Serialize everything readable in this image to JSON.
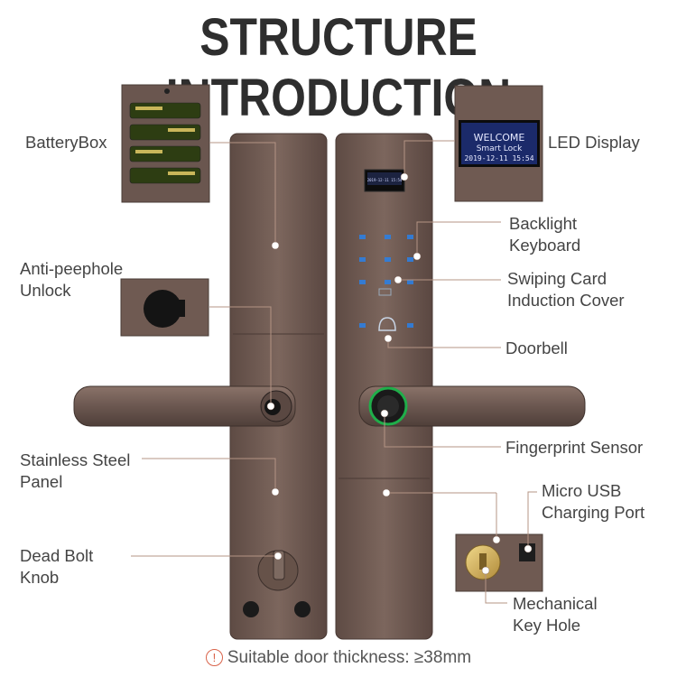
{
  "title": "STRUCTURE INTRODUCTION",
  "labels": {
    "battery_box": "BatteryBox",
    "anti_peephole_1": "Anti-peephole",
    "anti_peephole_2": "Unlock",
    "stainless_1": "Stainless Steel",
    "stainless_2": "Panel",
    "dead_bolt_1": "Dead Bolt",
    "dead_bolt_2": "Knob",
    "led_display": "LED Display",
    "backlight_1": "Backlight",
    "backlight_2": "Keyboard",
    "swiping_1": "Swiping Card",
    "swiping_2": "Induction Cover",
    "doorbell": "Doorbell",
    "fingerprint": "Fingerprint Sensor",
    "usb_1": "Micro USB",
    "usb_2": "Charging Port",
    "mech_1": "Mechanical",
    "mech_2": "Key Hole"
  },
  "display": {
    "line1": "WELCOME",
    "line2": "Smart Lock",
    "line3": "2019-12-11  15:54",
    "small": "2019-12-11 15:54"
  },
  "footer": {
    "icon": "!",
    "text": "Suitable door thickness: ≥38mm"
  },
  "colors": {
    "panel": "#6f5a52",
    "line": "#b49484",
    "title": "#2e2e2e"
  }
}
